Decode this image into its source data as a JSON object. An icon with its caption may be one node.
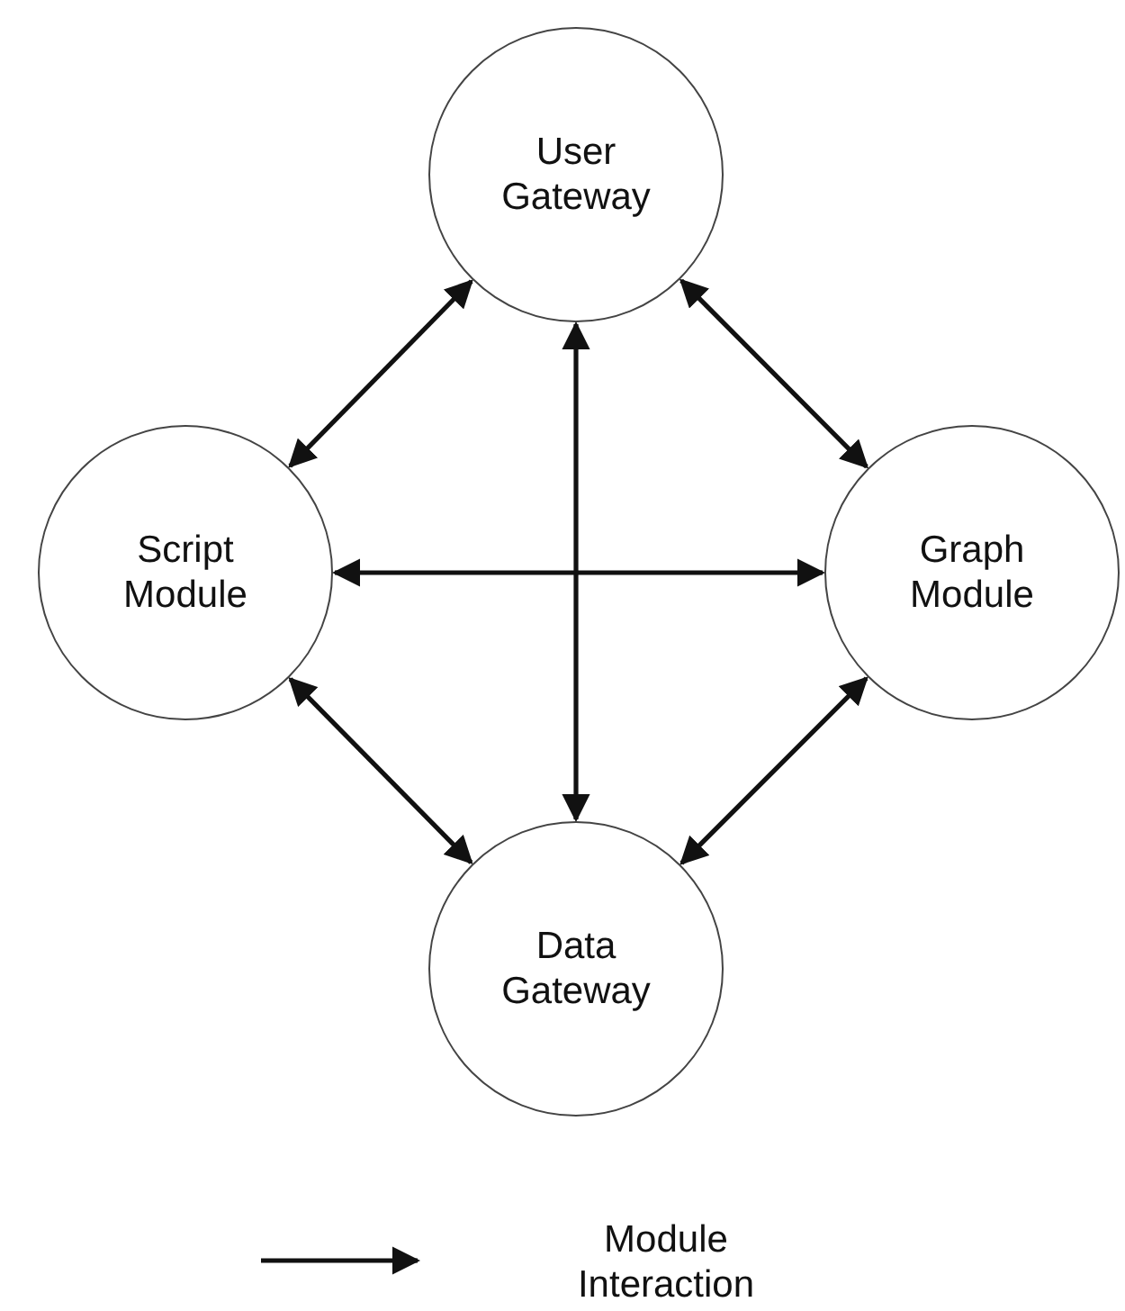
{
  "diagram": {
    "nodes": [
      {
        "text": [
          "User Gateway"
        ]
      },
      {
        "text": [
          "Script Module"
        ]
      },
      {
        "text": [
          "Graph Module"
        ]
      },
      {
        "text": [
          "Data Gateway"
        ]
      }
    ],
    "edges": [
      {
        "from": 0,
        "to": 1,
        "arrow": "both"
      },
      {
        "from": 0,
        "to": 2,
        "arrow": "both"
      },
      {
        "from": 1,
        "to": 2,
        "arrow": "both"
      },
      {
        "from": 0,
        "to": 3,
        "arrow": "both"
      },
      {
        "from": 1,
        "to": 3,
        "arrow": "both"
      },
      {
        "from": 2,
        "to": 3,
        "arrow": "both"
      }
    ],
    "legend": [
      {
        "text": "Module Interaction"
      }
    ]
  }
}
